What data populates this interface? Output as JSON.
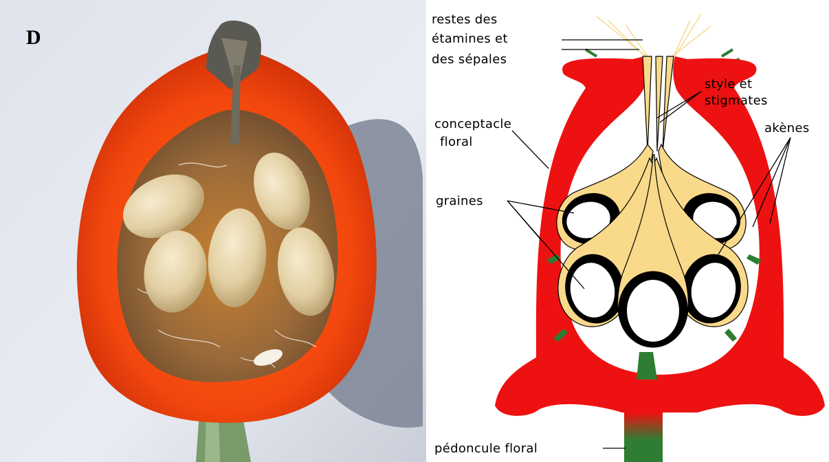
{
  "photo": {
    "panel_letter": "D"
  },
  "diagram": {
    "labels": {
      "restes": [
        "restes des",
        "étamines et",
        "des sépales"
      ],
      "style": [
        "style et",
        "stigmates"
      ],
      "conceptacle": [
        "conceptacle",
        "floral"
      ],
      "akenes": "akènes",
      "graines": "graines",
      "pedoncule": "pédoncule floral"
    }
  },
  "colors": {
    "receptacle_red": "#ee1111",
    "achene_yellow": "#f9d98a",
    "seed_black": "#000000",
    "stalk_green": "#2e7d32",
    "background": "#ffffff"
  }
}
